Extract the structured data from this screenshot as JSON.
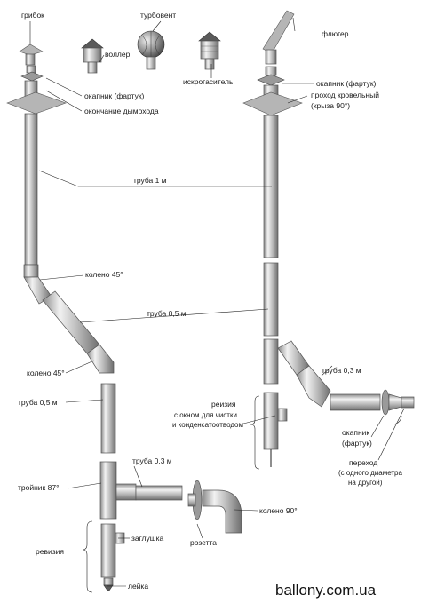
{
  "labels": {
    "gribok": "грибок",
    "turbovent": "турбовент",
    "voller": "воллер",
    "iskrogasitel": "искрогаситель",
    "fluger": "флюгер",
    "okapnik_left": "окапник (фартук)",
    "okonchanie": "окончание дымохода",
    "okapnik_right": "окапник (фартук)",
    "prokhod_line1": "проход кровельный",
    "prokhod_line2": "(крыза 90°)",
    "truba_1m": "труба 1 м",
    "koleno_45_top": "колено 45°",
    "truba_05_diag": "труба 0,5 м",
    "koleno_45_left": "колено 45°",
    "truba_05_left": "труба 0,5 м",
    "troynik": "тройник 87°",
    "truba_03_bottom": "труба 0,3 м",
    "zaglushka": "заглушка",
    "revizia_left": "ревизия",
    "leyka": "лейка",
    "rozetta": "розетта",
    "koleno_90": "колено 90°",
    "truba_03_right": "труба 0,3 м",
    "revizia_right_line1": "реизия",
    "revizia_right_line2": "с окном для чистки",
    "revizia_right_line3": "и конденсатоотводом",
    "okapnik_lower_line1": "окапник",
    "okapnik_lower_line2": "(фартук)",
    "perekhod_line1": "переход",
    "perekhod_line2": "(с одного диаметра",
    "perekhod_line3": "на другой)"
  },
  "watermark": "ballony.com.ua"
}
